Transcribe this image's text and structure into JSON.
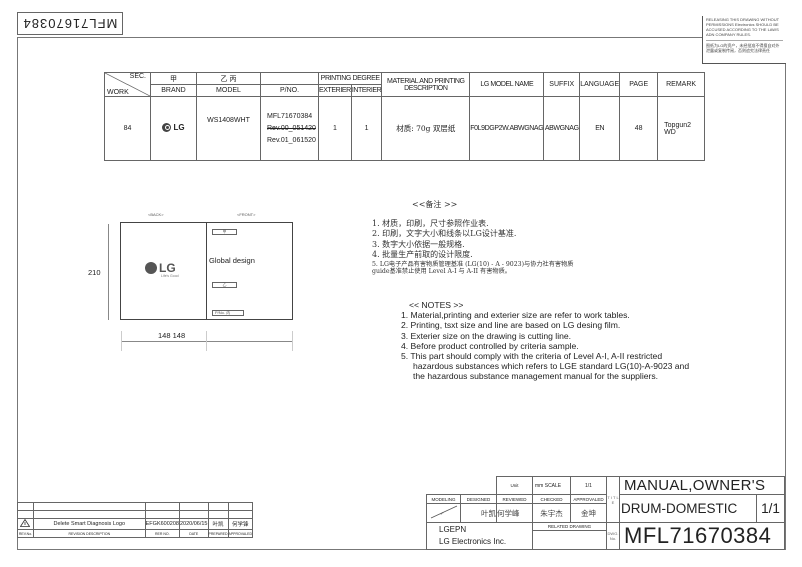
{
  "header": {
    "flipped_part_number": "MFL71670384",
    "warning_en": "RELEASING THIS DRAWING WITHOUT PERMISSIONS Electronics SHOULD BE ACCUSED ACCORDING TO THE LAWS ADN COMPANY RULES.",
    "warning_cn": "图纸为LG的资产，未经批准不得擅自对外泄露或复制传阅，否则追究法律责任"
  },
  "spec_table": {
    "headers": {
      "sec": "SEC.",
      "work": "WORK",
      "brand_cn": "甲",
      "brand": "BRAND",
      "model_cn": "乙 丙",
      "model": "MODEL",
      "pno": "P/NO.",
      "printing_degree": "PRINTING DEGREE",
      "exterier": "EXTERIER",
      "interier": "INTERIER",
      "material": "MATERIAL AND PRINTING DESCRIPTION",
      "lg_model_name": "LG MODEL NAME",
      "suffix": "SUFFIX",
      "language": "LANGUAGE",
      "page": "PAGE",
      "remark": "REMARK"
    },
    "row": {
      "work": "84",
      "brand": "LG",
      "model": "WS1408WHT",
      "pno": "MFL71670384",
      "rev0": "Rev.00_051420",
      "rev1": "Rev.01_061520",
      "exterier": "1",
      "interier": "1",
      "material": "材质: 70g 双层纸",
      "lg_model_name": "F0L9DGP2W.ABWGNAG",
      "suffix": "ABWGNAG",
      "language": "EN",
      "page": "48",
      "remark": "Topgun2 WD"
    }
  },
  "drawing": {
    "back_label": "<BACK>",
    "front_label": "<FRONT>",
    "logo_text": "LG",
    "logo_tagline": "Life's Good",
    "global_design": "Global design",
    "box_jia": "甲",
    "box_yi": "乙",
    "box_pno": "P/No.  丙",
    "height_dim": "210",
    "width_dim": "148 148"
  },
  "notes_cn": {
    "title": "<<备注 >>",
    "items": [
      "1.  材质，印刷，尺寸参照作业表.",
      "2.  印刷，文字大小和线条以LG设计基准.",
      "3.  数字大小依据一般规格.",
      "4.  批量生产前取的设计限度.",
      "5.  LG电子产品有害物质管理基准 (LG(10) - A - 9023)与协力社有害物质",
      "     guide基准禁止使用 Level A-I 与 A-II 有害物质。"
    ]
  },
  "notes_en": {
    "title": "<< NOTES >>",
    "items": [
      "1. Material,printing and exterier size are refer to work tables.",
      "2. Printing, tsxt  size and line are based on LG desing film.",
      "3. Exterier size on the drawing is cutting line.",
      "4. Before product controlled by criteria sample.",
      "5. This part should comply with the criteria of Level A-I, A-II restricted",
      "hazardous substances which refers to LGE standard LG(10)-A-9023 and",
      "the hazardous substance management manual for the suppliers."
    ]
  },
  "revision_table": {
    "row": {
      "desc": "Delete Smart Diagnosis Logo",
      "rer_no": "EFGK600208",
      "date": "2020/06/15",
      "prepared": "叶凯",
      "approved": "何学锋"
    },
    "headers": {
      "rev_no": "REV.No.",
      "desc": "REVISION DESCRIPTION",
      "rer_no": "RER NO.",
      "date": "DATE",
      "prepared": "PREPARED",
      "approved": "APPROVALED"
    }
  },
  "title_block": {
    "unit_label": "Unit",
    "unit_value": "mm",
    "scale_label": "SCALE",
    "scale_value": "1/1",
    "modeling": "MODELING",
    "designed": "DESIGNED",
    "reviewed": "REVIEWED",
    "checked": "CHECKED",
    "approvaled": "APPROVALED",
    "designed_by": "叶凯",
    "reviewed_by": "何学峰",
    "checked_by": "朱宇杰",
    "approved_by": "金坤",
    "title_vert": "T I T L E",
    "title_line1": "MANUAL,OWNER'S",
    "title_line2": "DRUM-DOMESTIC",
    "sheet": "1/1",
    "company_code": "LGEPN",
    "company_name": "LG Electronics Inc.",
    "related_drawing": "RELATED DRAWING",
    "dwg_no_label": "DWG. No.",
    "dwg_no": "MFL71670384"
  }
}
